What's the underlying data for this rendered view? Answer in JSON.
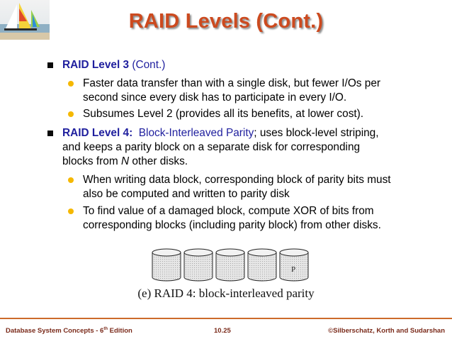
{
  "title": "RAID Levels (Cont.)",
  "items": [
    {
      "level1": true,
      "parts": [
        {
          "text": "RAID Level 3",
          "cls": "blue bold"
        },
        {
          "text": " (Cont.)",
          "cls": "blue"
        }
      ]
    },
    {
      "level2": true,
      "lines": [
        "Faster data transfer than with a single disk, but fewer I/Os per",
        "second since every disk has to participate in every I/O."
      ]
    },
    {
      "level2": true,
      "lines": [
        "Subsumes Level 2 (provides all its benefits, at lower cost)."
      ]
    },
    {
      "level1": true,
      "parts": [
        {
          "text": "RAID Level 4:",
          "cls": "blue bold"
        },
        {
          "text": "  Block-Interleaved Parity",
          "cls": "blue"
        },
        {
          "text": "; uses block-level striping,",
          "cls": ""
        }
      ],
      "more_lines": [
        "and keeps a parity block on a separate disk for corresponding"
      ],
      "last_line_parts": [
        {
          "text": "blocks from ",
          "cls": ""
        },
        {
          "text": "N",
          "cls": "ital"
        },
        {
          "text": " other disks.",
          "cls": ""
        }
      ]
    },
    {
      "level2": true,
      "lines": [
        "When writing data block, corresponding block of parity bits must",
        "also be computed and written to parity disk"
      ]
    },
    {
      "level2": true,
      "lines": [
        "To find value of a damaged block, compute XOR of bits from",
        "corresponding blocks (including parity block) from other disks."
      ]
    }
  ],
  "figure": {
    "parity_label": "P",
    "caption": "(e) RAID 4: block-interleaved parity"
  },
  "footer": {
    "left": "Database System Concepts - 6",
    "left_sup": "th",
    "left_tail": " Edition",
    "center": "10.25",
    "right": "©Silberschatz, Korth and Sudarshan"
  }
}
